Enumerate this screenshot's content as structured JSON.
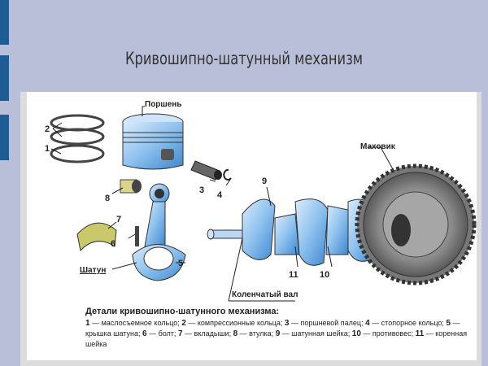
{
  "slide": {
    "title": "Кривошипно-шатунный механизм",
    "accent_color": "#1f5c94",
    "background_color": "#b9bed9"
  },
  "diagram": {
    "labels": {
      "piston": "Поршень",
      "flywheel": "Маховик",
      "connecting_rod": "Шатун",
      "crankshaft": "Коленчатый вал",
      "n1": "1",
      "n2": "2",
      "n3": "3",
      "n4": "4",
      "n5": "5",
      "n6": "6",
      "n7": "7",
      "n8": "8",
      "n9": "9",
      "n10": "10",
      "n11": "11"
    },
    "caption_title": "Детали кривошипно-шатунного механизма:",
    "parts": [
      {
        "num": "1",
        "name": "маслосъемное кольцо;"
      },
      {
        "num": "2",
        "name": "компрессионные кольца;"
      },
      {
        "num": "3",
        "name": "поршневой палец;"
      },
      {
        "num": "4",
        "name": "стопорное кольцо;"
      },
      {
        "num": "5",
        "name": "крышка шатуна;"
      },
      {
        "num": "6",
        "name": "болт;"
      },
      {
        "num": "7",
        "name": "вкладыши;"
      },
      {
        "num": "8",
        "name": "втулка;"
      },
      {
        "num": "9",
        "name": "шатунная шейка;"
      },
      {
        "num": "10",
        "name": "противовес;"
      },
      {
        "num": "11",
        "name": "коренная шейка"
      }
    ]
  }
}
